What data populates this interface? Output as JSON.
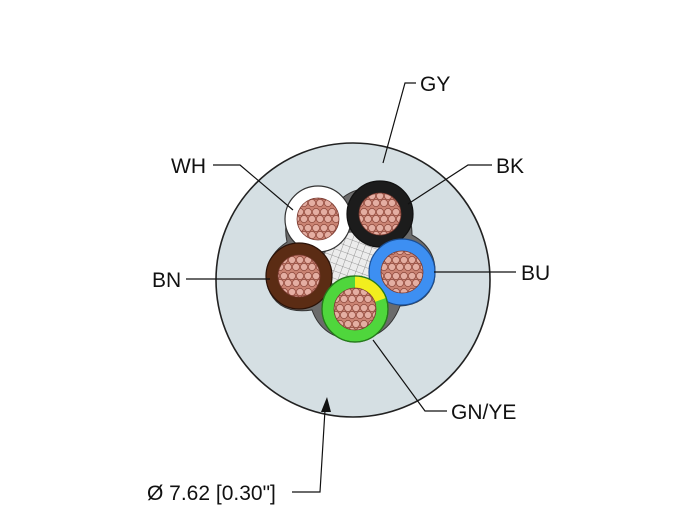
{
  "labels": {
    "jacket": "GY",
    "white": "WH",
    "black": "BK",
    "brown": "BN",
    "blue": "BU",
    "green_yellow": "GN/YE",
    "diameter": "Ø 7.62 [0.30\"]"
  },
  "colors": {
    "jacket": "#d5dfe3",
    "white": "#ffffff",
    "black": "#1c1c1c",
    "brown": "#5b2c14",
    "blue": "#3d8ff2",
    "green": "#4fd63c",
    "yellow": "#f2ee1e",
    "copper": "#d89a8c",
    "filler": "#e7e7e7"
  }
}
